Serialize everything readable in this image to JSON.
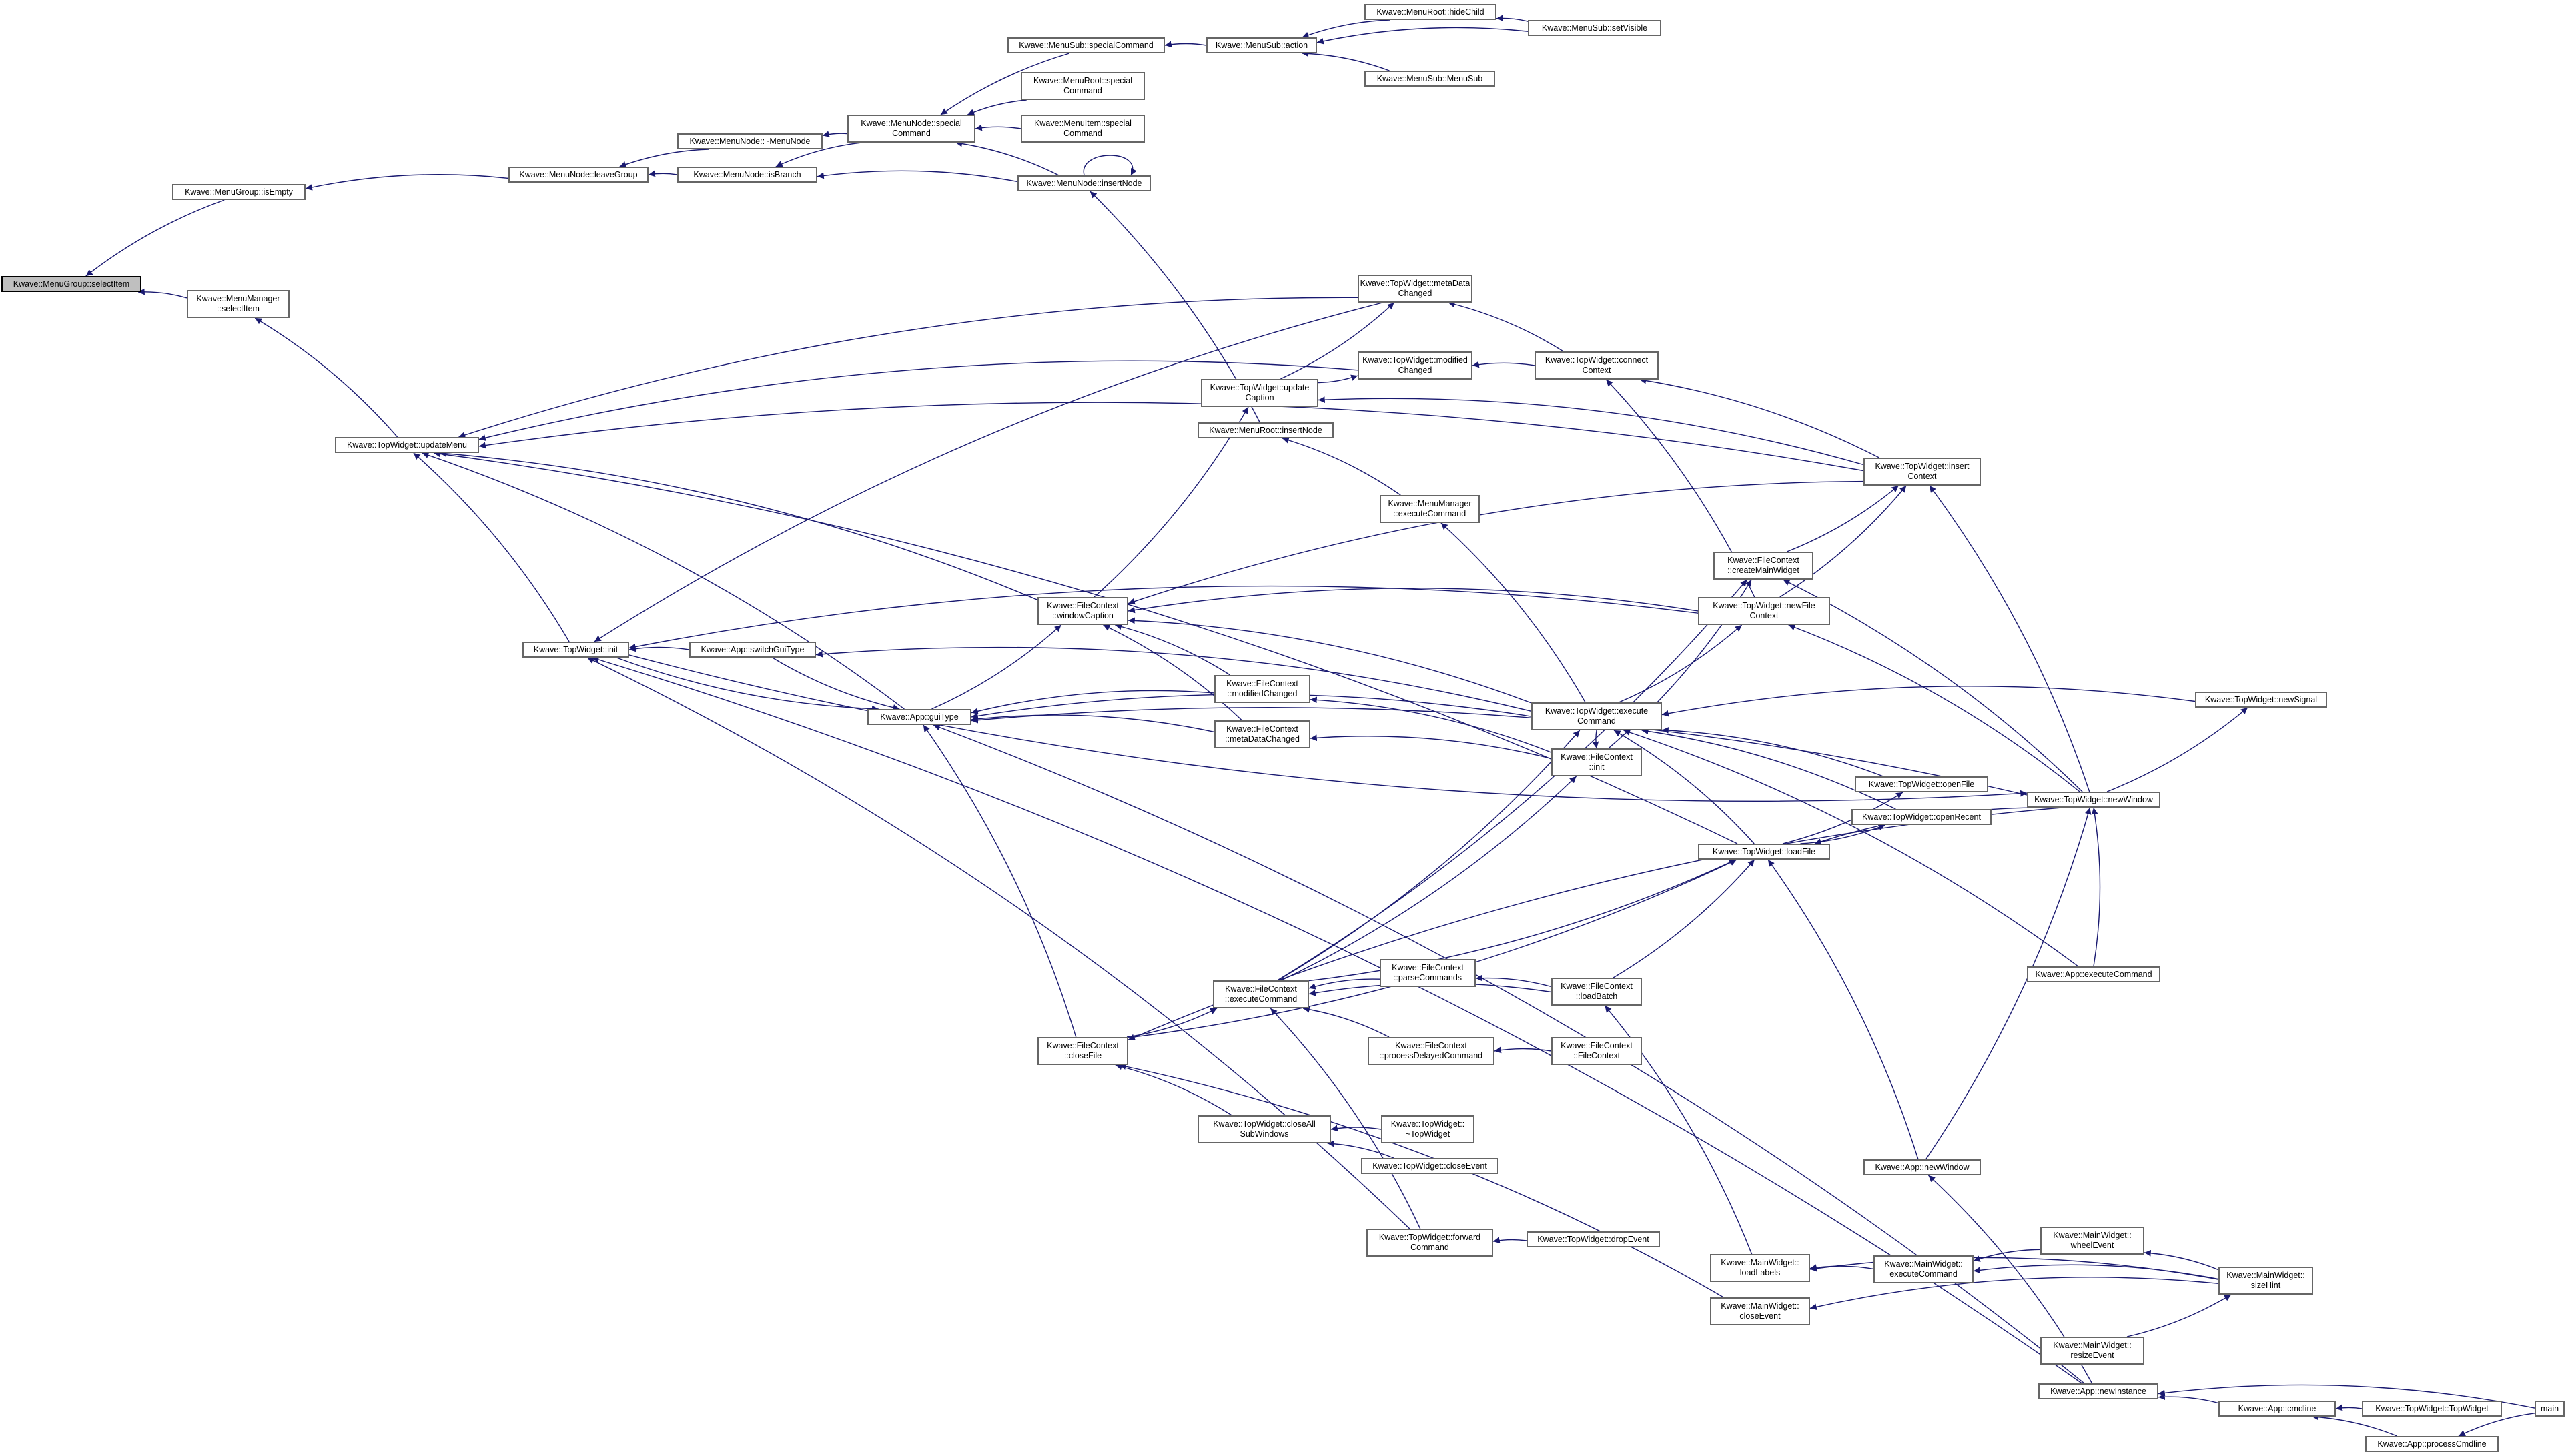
{
  "graph": {
    "edge_color": "#191970",
    "node_border_color": "#666666",
    "root_fill_color": "#bfbfbf",
    "root_id": "selectItem",
    "nodes": [
      {
        "id": "selectItem",
        "label": "Kwave::MenuGroup::selectItem"
      },
      {
        "id": "isEmpty",
        "label": "Kwave::MenuGroup::isEmpty"
      },
      {
        "id": "mmSelectItem",
        "label": "Kwave::MenuManager\n::selectItem"
      },
      {
        "id": "leaveGroup",
        "label": "Kwave::MenuNode::leaveGroup"
      },
      {
        "id": "dtorMenuNode",
        "label": "Kwave::MenuNode::~MenuNode"
      },
      {
        "id": "isBranch",
        "label": "Kwave::MenuNode::isBranch"
      },
      {
        "id": "mnSpecial",
        "label": "Kwave::MenuNode::special\nCommand"
      },
      {
        "id": "mnInsertNode",
        "label": "Kwave::MenuNode::insertNode"
      },
      {
        "id": "msSpecial",
        "label": "Kwave::MenuSub::specialCommand"
      },
      {
        "id": "mrSpecial",
        "label": "Kwave::MenuRoot::special\nCommand"
      },
      {
        "id": "miSpecial",
        "label": "Kwave::MenuItem::special\nCommand"
      },
      {
        "id": "msAction",
        "label": "Kwave::MenuSub::action"
      },
      {
        "id": "mrHideChild",
        "label": "Kwave::MenuRoot::hideChild"
      },
      {
        "id": "msSetVisible",
        "label": "Kwave::MenuSub::setVisible"
      },
      {
        "id": "msMenuSub",
        "label": "Kwave::MenuSub::MenuSub"
      },
      {
        "id": "updateMenu",
        "label": "Kwave::TopWidget::updateMenu"
      },
      {
        "id": "metaDataChanged",
        "label": "Kwave::TopWidget::metaData\nChanged"
      },
      {
        "id": "modifiedChanged",
        "label": "Kwave::TopWidget::modified\nChanged"
      },
      {
        "id": "updateCaption",
        "label": "Kwave::TopWidget::update\nCaption"
      },
      {
        "id": "connectContext",
        "label": "Kwave::TopWidget::connect\nContext"
      },
      {
        "id": "mrInsertNode",
        "label": "Kwave::MenuRoot::insertNode"
      },
      {
        "id": "insertContext",
        "label": "Kwave::TopWidget::insert\nContext"
      },
      {
        "id": "mmExecuteCommand",
        "label": "Kwave::MenuManager\n::executeCommand"
      },
      {
        "id": "createMainWidget",
        "label": "Kwave::FileContext\n::createMainWidget"
      },
      {
        "id": "newFileContext",
        "label": "Kwave::TopWidget::newFile\nContext"
      },
      {
        "id": "windowCaption",
        "label": "Kwave::FileContext\n::windowCaption"
      },
      {
        "id": "twInit",
        "label": "Kwave::TopWidget::init"
      },
      {
        "id": "switchGuiType",
        "label": "Kwave::App::switchGuiType"
      },
      {
        "id": "guiType",
        "label": "Kwave::App::guiType"
      },
      {
        "id": "fcModifiedChanged",
        "label": "Kwave::FileContext\n::modifiedChanged"
      },
      {
        "id": "fcMetaDataChanged",
        "label": "Kwave::FileContext\n::metaDataChanged"
      },
      {
        "id": "twExecuteCommand",
        "label": "Kwave::TopWidget::execute\nCommand"
      },
      {
        "id": "fcInit",
        "label": "Kwave::FileContext\n::init"
      },
      {
        "id": "newSignal",
        "label": "Kwave::TopWidget::newSignal"
      },
      {
        "id": "openFile",
        "label": "Kwave::TopWidget::openFile"
      },
      {
        "id": "openRecent",
        "label": "Kwave::TopWidget::openRecent"
      },
      {
        "id": "twNewWindow",
        "label": "Kwave::TopWidget::newWindow"
      },
      {
        "id": "loadFile",
        "label": "Kwave::TopWidget::loadFile"
      },
      {
        "id": "fcExecuteCommand",
        "label": "Kwave::FileContext\n::executeCommand"
      },
      {
        "id": "parseCommands",
        "label": "Kwave::FileContext\n::parseCommands"
      },
      {
        "id": "loadBatch",
        "label": "Kwave::FileContext\n::loadBatch"
      },
      {
        "id": "appExecuteCommand",
        "label": "Kwave::App::executeCommand"
      },
      {
        "id": "closeFile",
        "label": "Kwave::FileContext\n::closeFile"
      },
      {
        "id": "processDelayed",
        "label": "Kwave::FileContext\n::processDelayedCommand"
      },
      {
        "id": "fcCtor",
        "label": "Kwave::FileContext\n::FileContext"
      },
      {
        "id": "closeAllSub",
        "label": "Kwave::TopWidget::closeAll\nSubWindows"
      },
      {
        "id": "dtorTopWidget",
        "label": "Kwave::TopWidget::\n~TopWidget"
      },
      {
        "id": "twCloseEvent",
        "label": "Kwave::TopWidget::closeEvent"
      },
      {
        "id": "appNewWindow",
        "label": "Kwave::App::newWindow"
      },
      {
        "id": "forwardCommand",
        "label": "Kwave::TopWidget::forward\nCommand"
      },
      {
        "id": "dropEvent",
        "label": "Kwave::TopWidget::dropEvent"
      },
      {
        "id": "wheelEvent",
        "label": "Kwave::MainWidget::\nwheelEvent"
      },
      {
        "id": "loadLabels",
        "label": "Kwave::MainWidget::\nloadLabels"
      },
      {
        "id": "mwExecuteCommand",
        "label": "Kwave::MainWidget::\nexecuteCommand"
      },
      {
        "id": "sizeHint",
        "label": "Kwave::MainWidget::\nsizeHint"
      },
      {
        "id": "mwCloseEvent",
        "label": "Kwave::MainWidget::\ncloseEvent"
      },
      {
        "id": "resizeEvent",
        "label": "Kwave::MainWidget::\nresizeEvent"
      },
      {
        "id": "newInstance",
        "label": "Kwave::App::newInstance"
      },
      {
        "id": "cmdline",
        "label": "Kwave::App::cmdline"
      },
      {
        "id": "twCtor",
        "label": "Kwave::TopWidget::TopWidget"
      },
      {
        "id": "main",
        "label": "main"
      },
      {
        "id": "processCmdline",
        "label": "Kwave::App::processCmdline"
      }
    ],
    "edges": [
      [
        "isEmpty",
        "selectItem"
      ],
      [
        "mmSelectItem",
        "selectItem"
      ],
      [
        "leaveGroup",
        "isEmpty"
      ],
      [
        "updateMenu",
        "mmSelectItem"
      ],
      [
        "dtorMenuNode",
        "leaveGroup"
      ],
      [
        "isBranch",
        "leaveGroup"
      ],
      [
        "mnSpecial",
        "dtorMenuNode"
      ],
      [
        "mnSpecial",
        "isBranch"
      ],
      [
        "mnInsertNode",
        "isBranch"
      ],
      [
        "msSpecial",
        "mnSpecial"
      ],
      [
        "mrSpecial",
        "mnSpecial"
      ],
      [
        "miSpecial",
        "mnSpecial"
      ],
      [
        "mnInsertNode",
        "mnSpecial"
      ],
      [
        "mnInsertNode",
        "mnInsertNode"
      ],
      [
        "msAction",
        "msSpecial"
      ],
      [
        "mrHideChild",
        "msAction"
      ],
      [
        "msSetVisible",
        "msAction"
      ],
      [
        "msMenuSub",
        "msAction"
      ],
      [
        "msSetVisible",
        "mrHideChild"
      ],
      [
        "mrInsertNode",
        "mnInsertNode"
      ],
      [
        "mmExecuteCommand",
        "mrInsertNode"
      ],
      [
        "twExecuteCommand",
        "mmExecuteCommand"
      ],
      [
        "metaDataChanged",
        "updateMenu"
      ],
      [
        "modifiedChanged",
        "updateMenu"
      ],
      [
        "insertContext",
        "updateMenu"
      ],
      [
        "twInit",
        "updateMenu"
      ],
      [
        "guiType",
        "updateMenu"
      ],
      [
        "windowCaption",
        "updateMenu"
      ],
      [
        "loadFile",
        "updateMenu"
      ],
      [
        "connectContext",
        "metaDataChanged"
      ],
      [
        "connectContext",
        "modifiedChanged"
      ],
      [
        "updateCaption",
        "metaDataChanged"
      ],
      [
        "updateCaption",
        "modifiedChanged"
      ],
      [
        "insertContext",
        "updateCaption"
      ],
      [
        "windowCaption",
        "updateCaption"
      ],
      [
        "insertContext",
        "connectContext"
      ],
      [
        "newFileContext",
        "connectContext"
      ],
      [
        "createMainWidget",
        "insertContext"
      ],
      [
        "newFileContext",
        "insertContext"
      ],
      [
        "twNewWindow",
        "insertContext"
      ],
      [
        "twNewWindow",
        "createMainWidget"
      ],
      [
        "twNewWindow",
        "newFileContext"
      ],
      [
        "twExecuteCommand",
        "newFileContext"
      ],
      [
        "fcInit",
        "createMainWidget"
      ],
      [
        "insertContext",
        "windowCaption"
      ],
      [
        "newFileContext",
        "windowCaption"
      ],
      [
        "fcModifiedChanged",
        "windowCaption"
      ],
      [
        "fcMetaDataChanged",
        "windowCaption"
      ],
      [
        "guiType",
        "windowCaption"
      ],
      [
        "twExecuteCommand",
        "windowCaption"
      ],
      [
        "switchGuiType",
        "twInit"
      ],
      [
        "switchGuiType",
        "guiType"
      ],
      [
        "twExecuteCommand",
        "switchGuiType"
      ],
      [
        "newFileContext",
        "twInit"
      ],
      [
        "metaDataChanged",
        "twInit"
      ],
      [
        "twInit",
        "guiType"
      ],
      [
        "fcModifiedChanged",
        "guiType"
      ],
      [
        "fcMetaDataChanged",
        "guiType"
      ],
      [
        "closeFile",
        "guiType"
      ],
      [
        "twNewWindow",
        "guiType"
      ],
      [
        "newInstance",
        "guiType"
      ],
      [
        "twExecuteCommand",
        "guiType"
      ],
      [
        "fcInit",
        "fcModifiedChanged"
      ],
      [
        "fcInit",
        "fcMetaDataChanged"
      ],
      [
        "twExecuteCommand",
        "fcInit"
      ],
      [
        "newSignal",
        "twExecuteCommand"
      ],
      [
        "openFile",
        "twExecuteCommand"
      ],
      [
        "openRecent",
        "twExecuteCommand"
      ],
      [
        "loadFile",
        "twExecuteCommand"
      ],
      [
        "appExecuteCommand",
        "twExecuteCommand"
      ],
      [
        "twNewWindow",
        "newSignal"
      ],
      [
        "loadFile",
        "openFile"
      ],
      [
        "loadFile",
        "openRecent"
      ],
      [
        "twNewWindow",
        "loadFile"
      ],
      [
        "appNewWindow",
        "loadFile"
      ],
      [
        "appNewWindow",
        "twNewWindow"
      ],
      [
        "appExecuteCommand",
        "twNewWindow"
      ],
      [
        "fcExecuteCommand",
        "twExecuteCommand"
      ],
      [
        "fcExecuteCommand",
        "fcInit"
      ],
      [
        "fcExecuteCommand",
        "loadFile"
      ],
      [
        "fcExecuteCommand",
        "createMainWidget"
      ],
      [
        "parseCommands",
        "fcExecuteCommand"
      ],
      [
        "loadBatch",
        "fcExecuteCommand"
      ],
      [
        "loadBatch",
        "parseCommands"
      ],
      [
        "processDelayed",
        "fcExecuteCommand"
      ],
      [
        "loadBatch",
        "loadFile"
      ],
      [
        "loadLabels",
        "loadBatch"
      ],
      [
        "fcCtor",
        "processDelayed"
      ],
      [
        "closeFile",
        "fcExecuteCommand"
      ],
      [
        "closeFile",
        "loadFile"
      ],
      [
        "closeAllSub",
        "closeFile"
      ],
      [
        "twNewWindow",
        "closeFile"
      ],
      [
        "mwCloseEvent",
        "closeFile"
      ],
      [
        "dtorTopWidget",
        "closeAllSub"
      ],
      [
        "twCloseEvent",
        "closeAllSub"
      ],
      [
        "forwardCommand",
        "fcExecuteCommand"
      ],
      [
        "forwardCommand",
        "twInit"
      ],
      [
        "dropEvent",
        "forwardCommand"
      ],
      [
        "twInit",
        "twNewWindow"
      ],
      [
        "mwExecuteCommand",
        "loadLabels"
      ],
      [
        "sizeHint",
        "loadLabels"
      ],
      [
        "wheelEvent",
        "mwExecuteCommand"
      ],
      [
        "sizeHint",
        "mwExecuteCommand"
      ],
      [
        "sizeHint",
        "wheelEvent"
      ],
      [
        "sizeHint",
        "mwCloseEvent"
      ],
      [
        "resizeEvent",
        "sizeHint"
      ],
      [
        "newInstance",
        "appNewWindow"
      ],
      [
        "cmdline",
        "newInstance"
      ],
      [
        "main",
        "newInstance"
      ],
      [
        "twCtor",
        "cmdline"
      ],
      [
        "processCmdline",
        "cmdline"
      ],
      [
        "main",
        "processCmdline"
      ],
      [
        "newInstance",
        "twInit"
      ]
    ]
  }
}
